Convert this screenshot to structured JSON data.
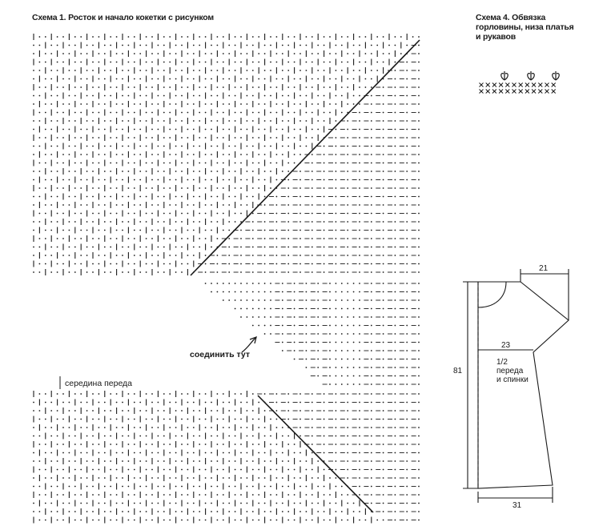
{
  "scheme1": {
    "title": "Схема 1. Росток и начало кокетки с рисунком",
    "join_label": "соединить тут",
    "center_front_label": "середина переда"
  },
  "scheme4": {
    "title_lines": [
      "Схема 4. Обвязка",
      "горловины, низа платья",
      "и рукавов"
    ]
  },
  "pattern_sketch": {
    "labels": {
      "sleeve_width": "21",
      "bust_width": "23",
      "hem_width": "31",
      "length": "81",
      "piece_line1": "1/2",
      "piece_line2": "переда",
      "piece_line3": "и спинки"
    }
  },
  "colors": {
    "ink": "#1a1a1a",
    "paper": "#ffffff"
  }
}
